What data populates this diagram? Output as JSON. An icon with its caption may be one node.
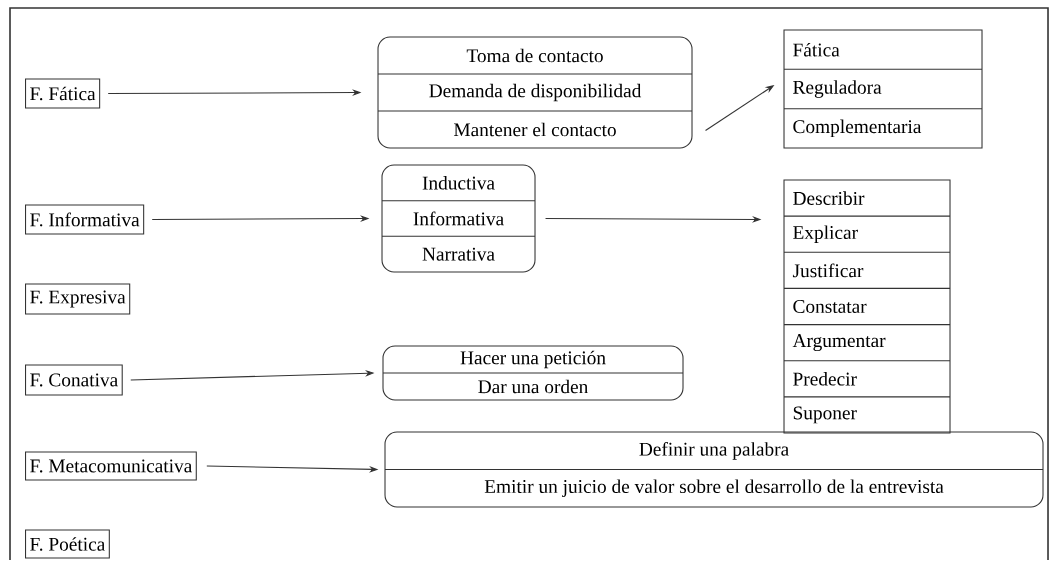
{
  "diagram": {
    "nodes": [
      {
        "text": [
          "F. Fática"
        ]
      },
      {
        "text": [
          "Toma de contacto",
          "Demanda de disponibilidad",
          "Mantener el contacto"
        ]
      },
      {
        "text": [
          "Fática",
          "Reguladora",
          "Complementaria"
        ]
      },
      {
        "text": [
          "F. Informativa"
        ]
      },
      {
        "text": [
          "Inductiva",
          "Informativa",
          "Narrativa"
        ]
      },
      {
        "text": [
          "Describir",
          "Explicar",
          "Justificar",
          "Constatar",
          "Argumentar",
          "Predecir",
          "Suponer"
        ]
      },
      {
        "text": [
          "F. Expresiva"
        ]
      },
      {
        "text": [
          "F. Conativa"
        ]
      },
      {
        "text": [
          "Hacer una petición",
          "Dar una orden"
        ]
      },
      {
        "text": [
          "F. Metacomunicativa"
        ]
      },
      {
        "text": [
          "Definir una palabra",
          "Emitir un juicio de valor sobre el desarrollo de la entrevista"
        ]
      },
      {
        "text": [
          "F. Poética"
        ]
      }
    ],
    "edges": [
      {
        "from": 0,
        "to": 1,
        "arrow": "to"
      },
      {
        "from": 1,
        "to": 2,
        "arrow": "to"
      },
      {
        "from": 3,
        "to": 4,
        "arrow": "to"
      },
      {
        "from": 4,
        "to": 5,
        "arrow": "to"
      },
      {
        "from": 7,
        "to": 8,
        "arrow": "to"
      },
      {
        "from": 9,
        "to": 10,
        "arrow": "to"
      }
    ]
  }
}
